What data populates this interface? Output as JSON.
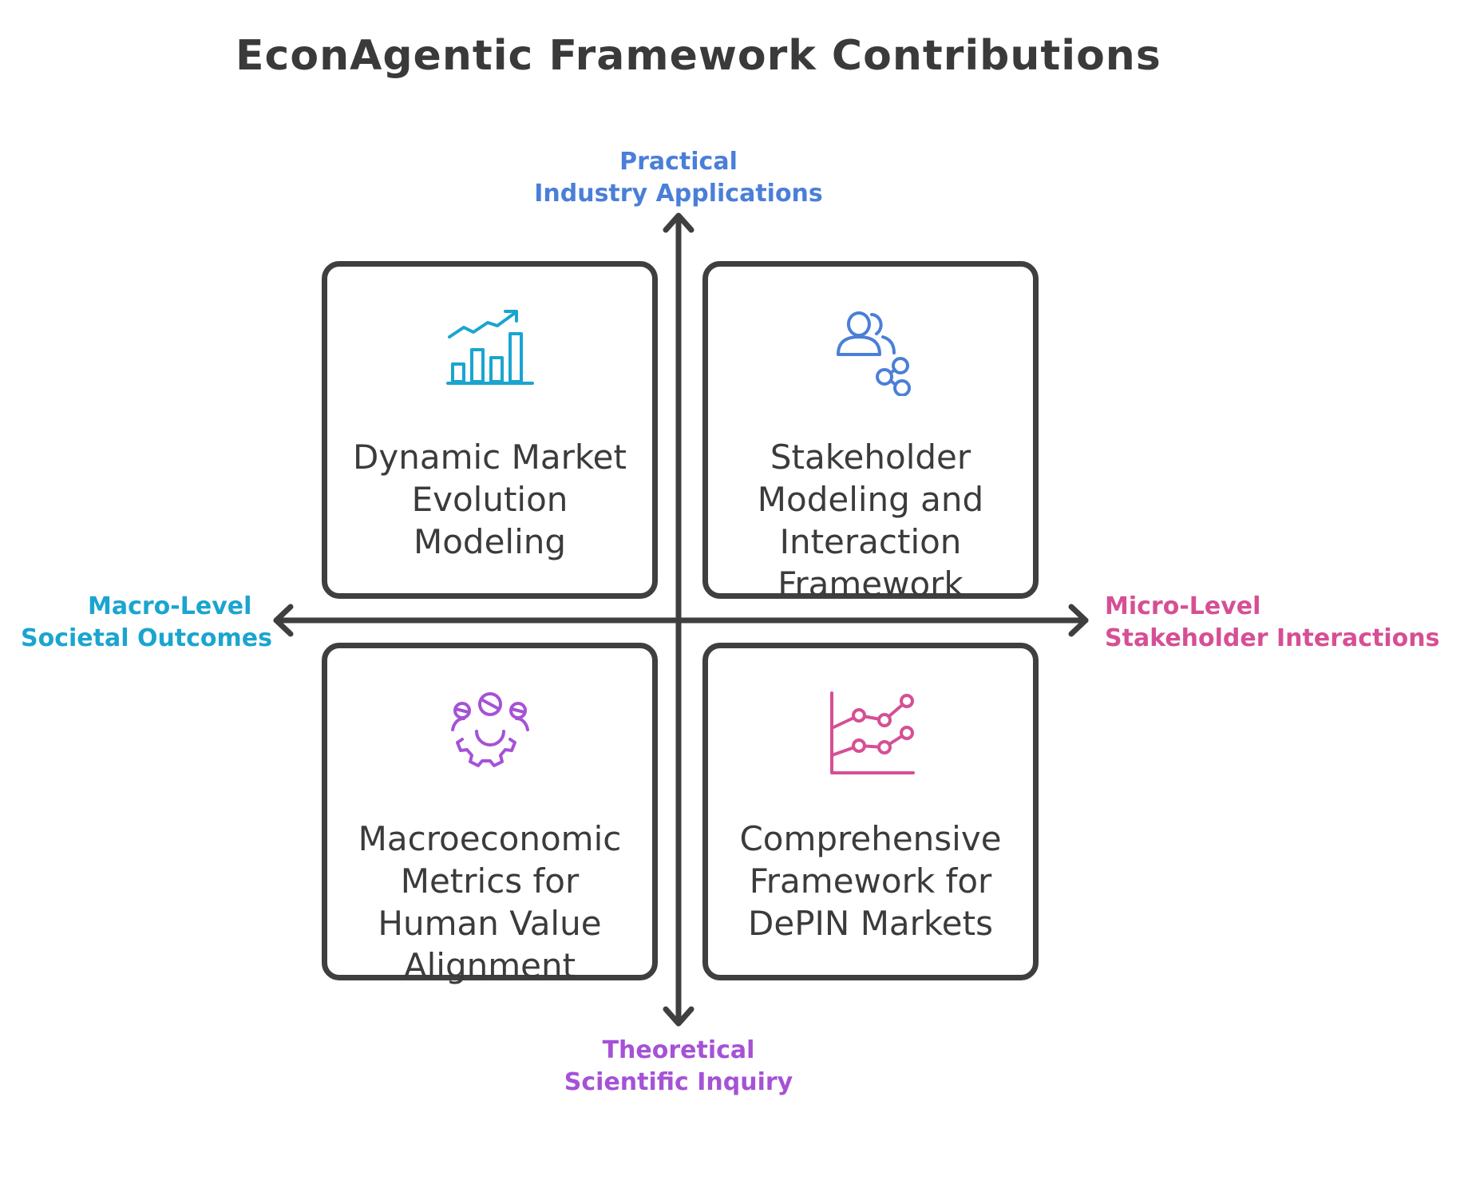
{
  "title": "EconAgentic Framework Contributions",
  "colors": {
    "line": "#3f3f3f",
    "practical": "#4a7fd8",
    "macro": "#1aa5cf",
    "micro": "#d64f94",
    "theoretical": "#a552d6"
  },
  "axes": {
    "top": {
      "line1": "Practical",
      "line2": "Industry Applications"
    },
    "bottom": {
      "line1": "Theoretical",
      "line2": "Scientific Inquiry"
    },
    "left": {
      "line1": "Macro-Level",
      "line2": "Societal Outcomes"
    },
    "right": {
      "line1": "Micro-Level",
      "line2": "Stakeholder Interactions"
    }
  },
  "quadrants": [
    {
      "position": "top-left",
      "icon": "bar-chart-trend-icon",
      "lines": [
        "Dynamic Market",
        "Evolution",
        "Modeling"
      ]
    },
    {
      "position": "top-right",
      "icon": "stakeholder-network-icon",
      "lines": [
        "Stakeholder",
        "Modeling and",
        "Interaction",
        "Framework"
      ]
    },
    {
      "position": "bottom-left",
      "icon": "people-gear-icon",
      "lines": [
        "Macroeconomic",
        "Metrics for",
        "Human Value",
        "Alignment"
      ]
    },
    {
      "position": "bottom-right",
      "icon": "line-chart-icon",
      "lines": [
        "Comprehensive",
        "Framework for",
        "DePIN Markets"
      ]
    }
  ]
}
